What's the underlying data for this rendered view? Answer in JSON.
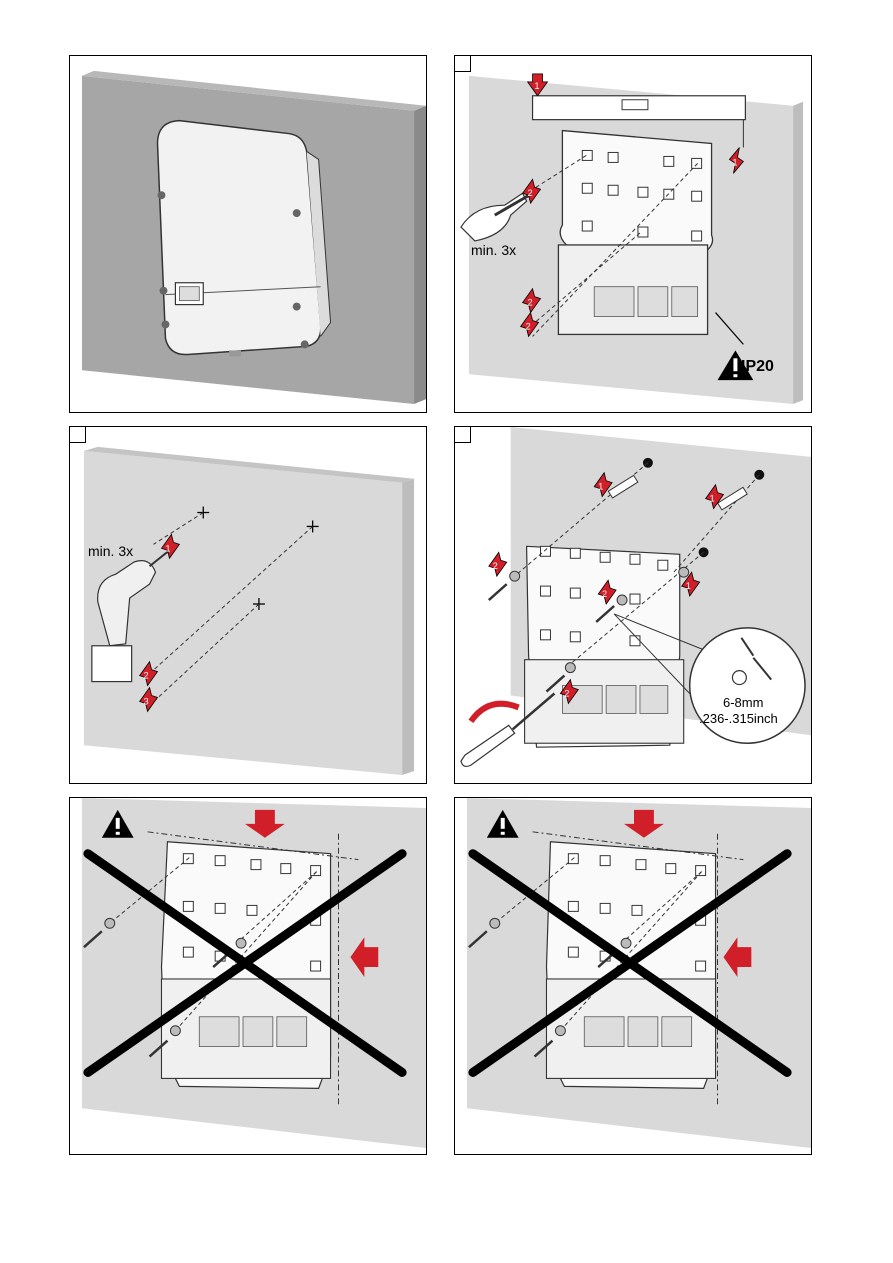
{
  "panels": {
    "p2": {
      "min_label": "min. 3x",
      "rating": "IP20"
    },
    "p3": {
      "min_label": "min. 3x"
    },
    "p4": {
      "screw_size": "6-8mm",
      "screw_inch": ".236-.315inch"
    }
  },
  "colors": {
    "arrow_red": "#d11f2a",
    "wall_gray": "#d9d9d9",
    "wall_dark": "#a6a6a6",
    "line": "#000000"
  }
}
